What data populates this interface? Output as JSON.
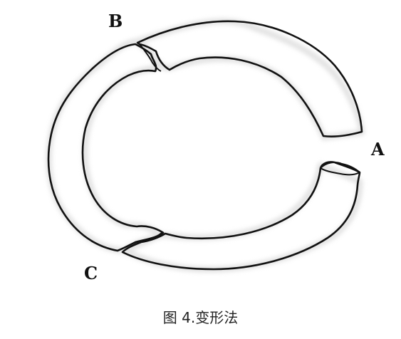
{
  "diagram": {
    "labels": {
      "a": "A",
      "b": "B",
      "c": "C"
    },
    "stroke_color": "#111111",
    "shadow_color": "#d6d6d6"
  },
  "caption": "图 4.变形法"
}
